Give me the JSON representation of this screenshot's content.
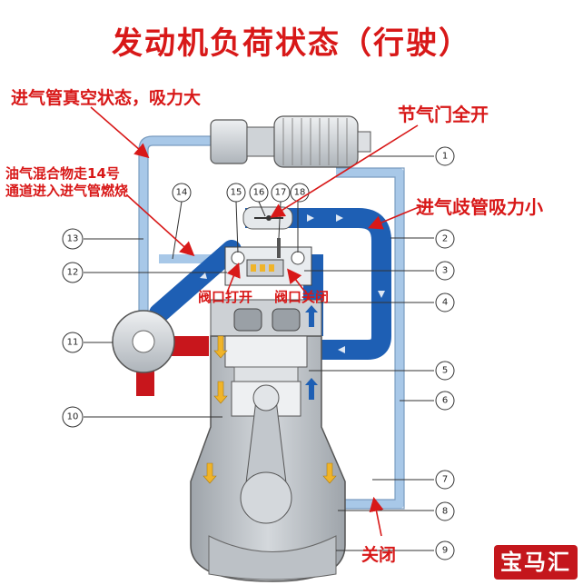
{
  "title": "发动机负荷状态（行驶）",
  "annotations": {
    "intake_vacuum": "进气管真空状态，吸力大",
    "throttle_full_open": "节气门全开",
    "fuel_vapor_line1": "油气混合物走14号",
    "fuel_vapor_line2": "通道进入进气管燃烧",
    "manifold_low_suction": "进气歧管吸力小",
    "valve_open": "阀口打开",
    "valve_closed": "阀口关闭",
    "closed": "关闭"
  },
  "callouts": [
    "1",
    "2",
    "3",
    "4",
    "5",
    "6",
    "7",
    "8",
    "9",
    "10",
    "11",
    "12",
    "13",
    "14",
    "15",
    "16",
    "17",
    "18"
  ],
  "logo": "宝马汇",
  "colors": {
    "accent_red": "#d81818",
    "duct_light_blue": "#a8c8e8",
    "duct_dark_blue": "#1e5fb4",
    "engine_gray": "#bfc4c9",
    "logo_bg": "#c4161c"
  }
}
